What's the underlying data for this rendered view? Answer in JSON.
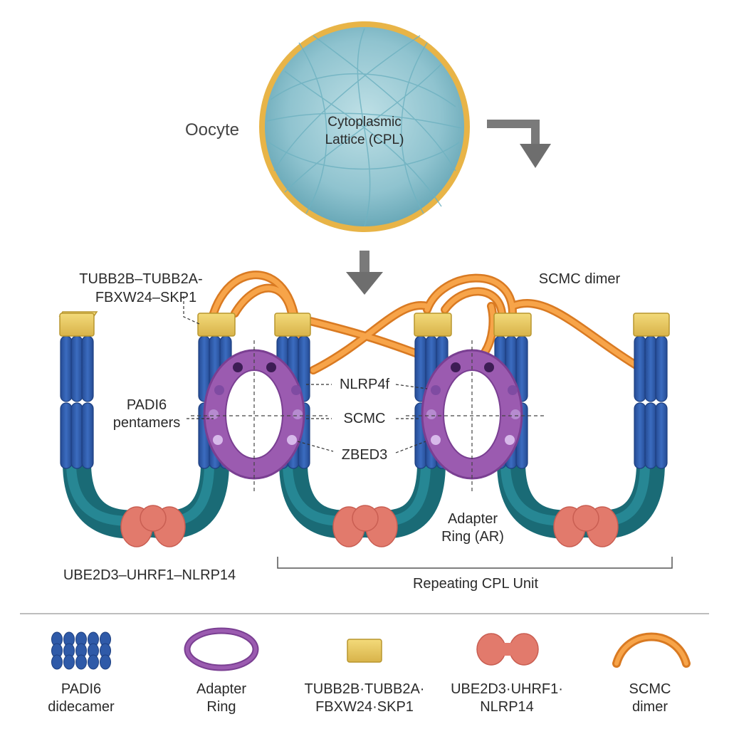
{
  "labels": {
    "oocyte": "Oocyte",
    "cpl_line1": "Cytoplasmic",
    "cpl_line2": "Lattice (CPL)",
    "tubb_line1": "TUBB2B–TUBB2A-",
    "tubb_line2": "FBXW24–SKP1",
    "scmc_dimer": "SCMC dimer",
    "padi6_line1": "PADI6",
    "padi6_line2": "pentamers",
    "nlrp4f": "NLRP4f",
    "scmc": "SCMC",
    "zbed3": "ZBED3",
    "adapter_line1": "Adapter",
    "adapter_line2": "Ring (AR)",
    "ube2d3": "UBE2D3–UHRF1–NLRP14",
    "repeating_unit": "Repeating CPL Unit"
  },
  "legend": [
    {
      "icon": "padi6-dodecamer-icon",
      "line1": "PADI6",
      "line2": "didecamer"
    },
    {
      "icon": "adapter-ring-icon",
      "line1": "Adapter",
      "line2": "Ring"
    },
    {
      "icon": "tubb-complex-icon",
      "line1": "TUBB2B·TUBB2A·",
      "line2": "FBXW24·SKP1"
    },
    {
      "icon": "ube2d3-complex-icon",
      "line1": "UBE2D3·UHRF1·",
      "line2": "NLRP14"
    },
    {
      "icon": "scmc-dimer-icon",
      "line1": "SCMC",
      "line2": "dimer"
    }
  ],
  "colors": {
    "padi6_blue": "#2f5aa8",
    "teal": "#1f7a86",
    "cap_yellow": "#e3c45a",
    "ring_purple": "#9b5bb0",
    "scmc_orange": "#f0953a",
    "ube2d3_salmon": "#e27a6c",
    "oocyte_rim": "#e8b447",
    "oocyte_fill": "#8fc3cf"
  }
}
